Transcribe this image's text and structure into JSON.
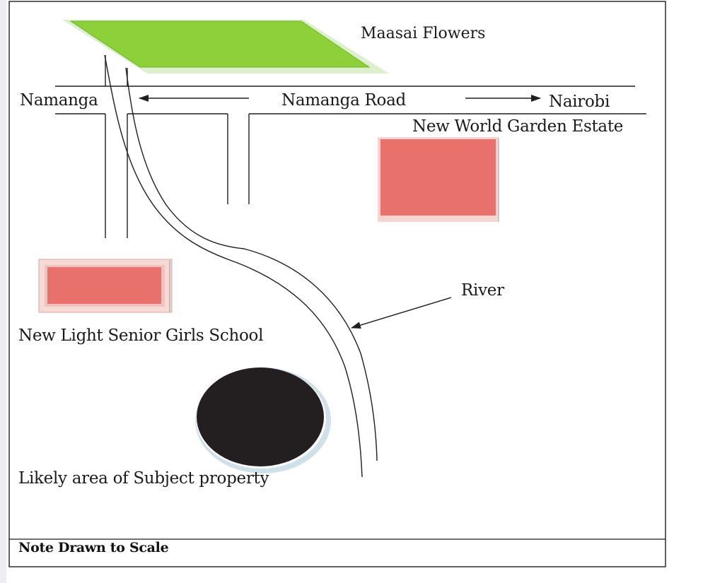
{
  "labels": {
    "maasai_flowers": "Maasai Flowers",
    "namanga": "Namanga",
    "namanga_road": "Namanga Road",
    "nairobi": "Nairobi",
    "new_world_garden_estate": "New World Garden Estate",
    "river": "River",
    "new_light_school": "New Light Senior Girls School",
    "subject_property": "Likely area of Subject property"
  },
  "footer": {
    "note": "Note Drawn to Scale"
  },
  "colors": {
    "flower_farm": "#8dd03a",
    "building": "#e8716c",
    "property": "#231f20",
    "line": "#1e1e1e",
    "paper": "#ffffff",
    "page_edge": "#f2f2f4"
  },
  "icons": {
    "road_direction_west": "arrow-left",
    "road_direction_east": "arrow-right",
    "river_pointer": "arrow-pointer"
  }
}
